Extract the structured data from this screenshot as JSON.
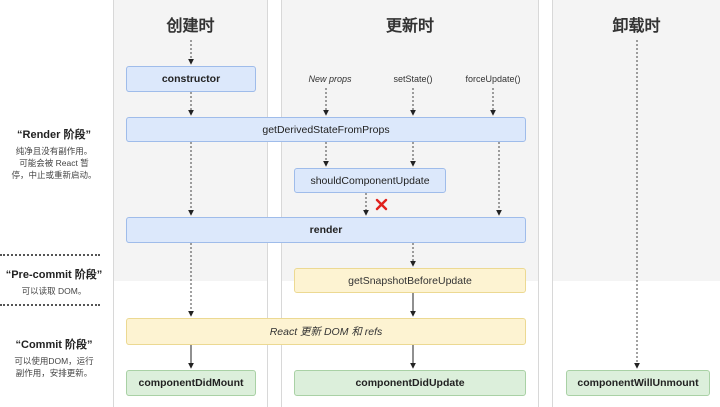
{
  "columns": {
    "mounting": {
      "title": "创建时"
    },
    "updating": {
      "title": "更新时"
    },
    "unmounting": {
      "title": "卸载时"
    }
  },
  "triggers": {
    "new_props": "New props",
    "set_state": "setState()",
    "force_update": "forceUpdate()"
  },
  "methods": {
    "constructor": "constructor",
    "get_derived_state_from_props": "getDerivedStateFromProps",
    "should_component_update": "shouldComponentUpdate",
    "render": "render",
    "get_snapshot_before_update": "getSnapshotBeforeUpdate",
    "react_updates_dom": "React 更新 DOM 和 refs",
    "component_did_mount": "componentDidMount",
    "component_did_update": "componentDidUpdate",
    "component_will_unmount": "componentWillUnmount"
  },
  "phases": {
    "render": {
      "title": "“Render 阶段”",
      "desc_line1": "纯净且没有副作用。",
      "desc_line2": "可能会被 React 暂",
      "desc_line3": "停，中止或重新启动。"
    },
    "pre_commit": {
      "title": "“Pre-commit 阶段”",
      "desc_line1": "可以读取 DOM。"
    },
    "commit": {
      "title": "“Commit 阶段”",
      "desc_line1": "可以使用DOM，运行",
      "desc_line2": "副作用，安排更新。"
    }
  },
  "colors": {
    "render_phase": "#dce8fb",
    "commit_phase": "#fdf3d2",
    "lifecycle_end": "#dcefdb",
    "reject_mark": "#e0211d"
  },
  "icons": {
    "skip_render": "cross-icon"
  }
}
